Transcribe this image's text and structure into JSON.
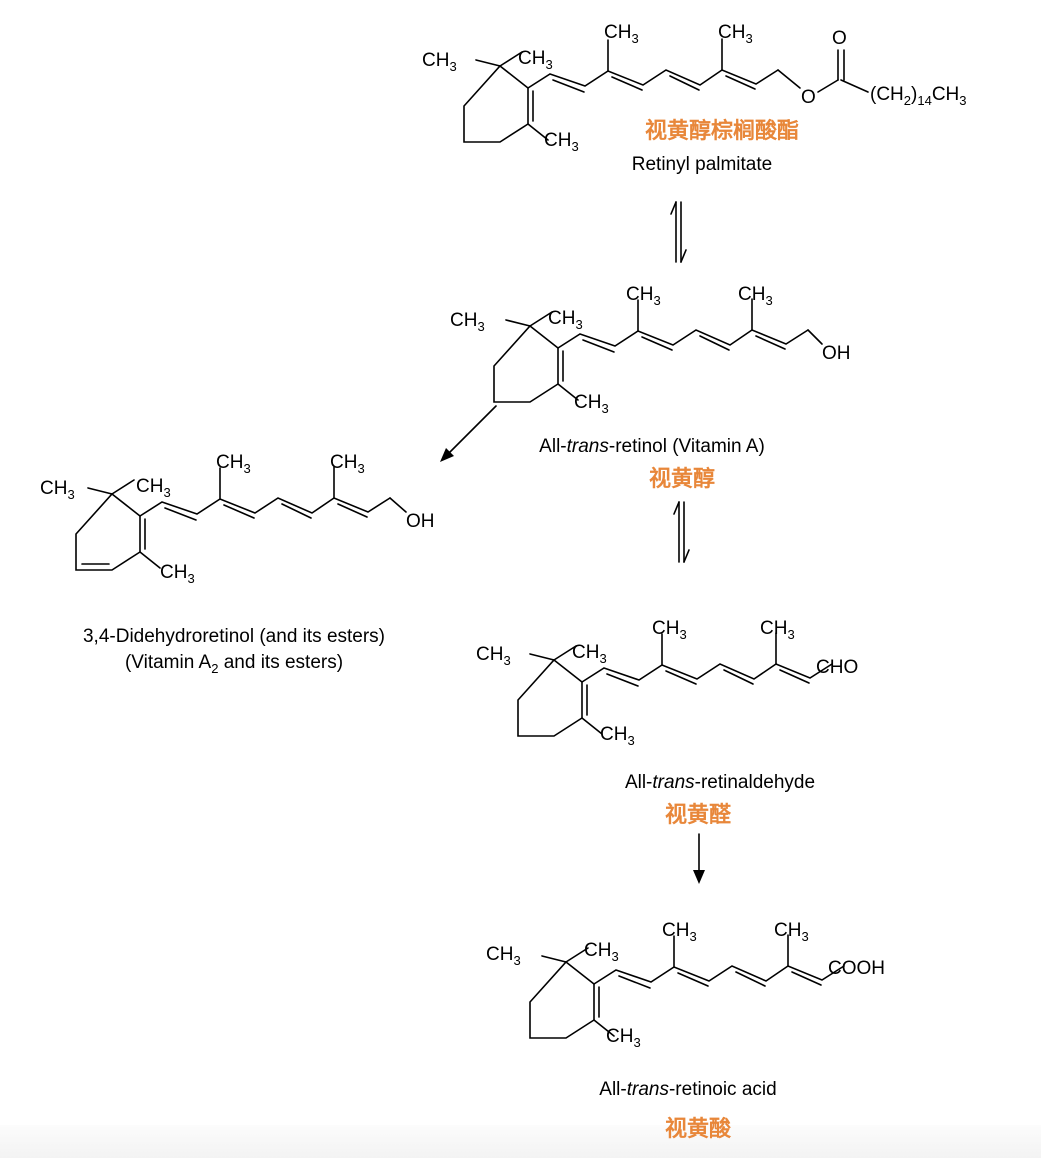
{
  "compounds": [
    {
      "name_en_parts": [
        "Retinyl palmitate"
      ],
      "name_cn": "视黄醇棕榈酸酯",
      "end_group": "O",
      "ester_o": "O",
      "ester_chain_main": "(CH",
      "ester_chain_sub": "2",
      "ester_chain_mid": ")",
      "ester_chain_sub2": "14",
      "ester_chain_tail": "CH",
      "ester_chain_sub3": "3"
    },
    {
      "name_en_parts": [
        "All-",
        "trans",
        "-retinol (Vitamin A)"
      ],
      "name_cn": "视黄醇",
      "end_group": "OH"
    },
    {
      "name_en_lines": [
        "3,4-Didehydroretinol (and its esters)",
        "(Vitamin A",
        "2",
        " and its esters)"
      ],
      "end_group": "OH"
    },
    {
      "name_en_parts": [
        "All-",
        "trans",
        "-retinaldehyde"
      ],
      "name_cn": "视黄醛",
      "end_group": "CHO"
    },
    {
      "name_en_parts": [
        "All-",
        "trans",
        "-retinoic acid"
      ],
      "name_cn": "视黄酸",
      "end_group": "COOH"
    }
  ],
  "methyl": {
    "main": "CH",
    "sub": "3"
  }
}
